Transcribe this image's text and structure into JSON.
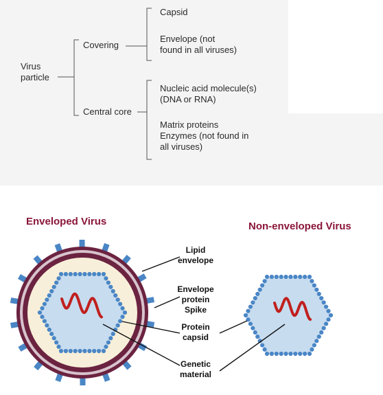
{
  "tree": {
    "root": "Virus\nparticle",
    "covering": "Covering",
    "central_core": "Central core",
    "capsid": "Capsid",
    "envelope": "Envelope (not\nfound in all viruses)",
    "nucleic_acid": "Nucleic acid molecule(s)\n(DNA or RNA)",
    "matrix_enzymes": "Matrix proteins\nEnzymes (not found in\nall viruses)"
  },
  "diagram": {
    "enveloped_title": "Enveloped Virus",
    "non_enveloped_title": "Non-enveloped Virus",
    "label_lipid": "Lipid\nenvelope",
    "label_spike": "Envelope\nprotein\nSpike",
    "label_capsid": "Protein\ncapsid",
    "label_genetic": "Genetic\nmaterial"
  },
  "colors": {
    "title": "#8a1538",
    "outer_membrane": "#6b2340",
    "cytoplasm": "#f7efd9",
    "capsid_fill": "#c7dcef",
    "capsid_dots": "#4a86c5",
    "spike": "#4a86c5",
    "rna": "#c0201e"
  }
}
